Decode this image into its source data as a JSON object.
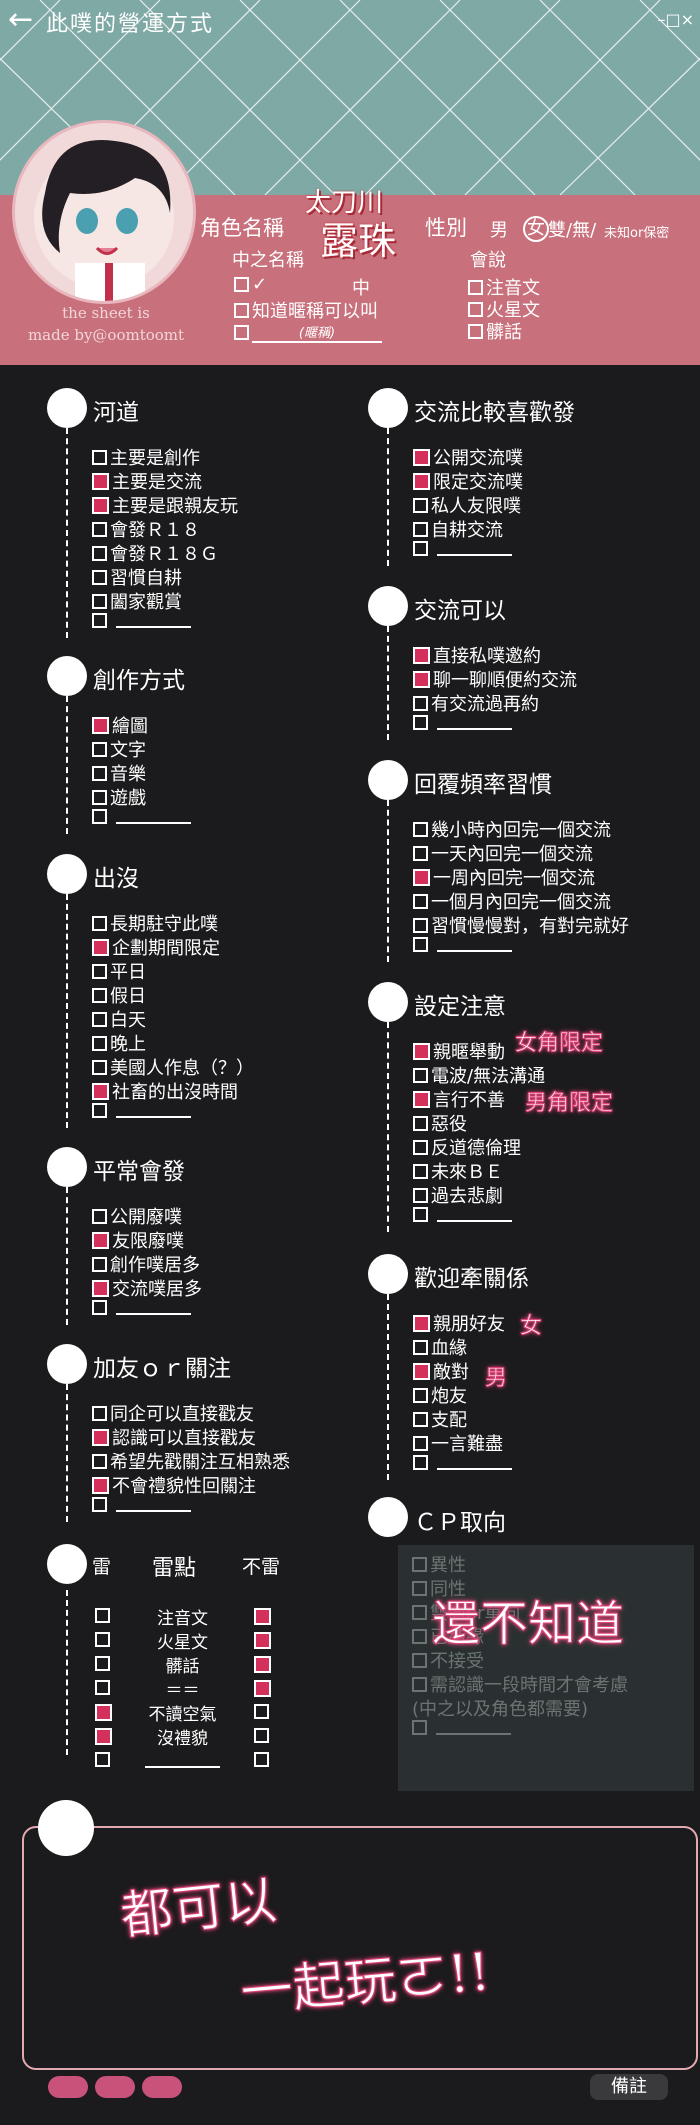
{
  "window": {
    "title": "此噗的營運方式",
    "back_icon": "←",
    "controls": "–□×"
  },
  "credit": {
    "line1": "the sheet is",
    "line2": "made by@oomtoomt"
  },
  "profile": {
    "name_label": "角色名稱",
    "name_value_top": "太刀川",
    "name_value": "露珠",
    "gender_label": "性別",
    "gender_male": "男",
    "gender_female": "女",
    "gender_rest": "雙/無/",
    "gender_small": "未知or保密",
    "nakanohito_label": "中之名稱",
    "nakanohito_mid": "中",
    "nick_known": "知道暱稱可以叫",
    "nick_hint": "(暱稱)",
    "speaks_label": "會說",
    "speaks": [
      "注音文",
      "火星文",
      "髒話"
    ]
  },
  "left_sections": [
    {
      "title": "河道",
      "items": [
        {
          "text": "主要是創作",
          "checked": false
        },
        {
          "text": "主要是交流",
          "checked": true
        },
        {
          "text": "主要是跟親友玩",
          "checked": true
        },
        {
          "text": "會發Ｒ１８",
          "checked": false
        },
        {
          "text": "會發Ｒ１８Ｇ",
          "checked": false
        },
        {
          "text": "習慣自耕",
          "checked": false
        },
        {
          "text": "闔家觀賞",
          "checked": false
        },
        {
          "text": "",
          "checked": false
        }
      ]
    },
    {
      "title": "創作方式",
      "items": [
        {
          "text": "繪圖",
          "checked": true
        },
        {
          "text": "文字",
          "checked": false
        },
        {
          "text": "音樂",
          "checked": false
        },
        {
          "text": "遊戲",
          "checked": false
        },
        {
          "text": "",
          "checked": false
        }
      ]
    },
    {
      "title": "出沒",
      "items": [
        {
          "text": "長期駐守此噗",
          "checked": false
        },
        {
          "text": "企劃期間限定",
          "checked": true
        },
        {
          "text": "平日",
          "checked": false
        },
        {
          "text": "假日",
          "checked": false
        },
        {
          "text": "白天",
          "checked": false
        },
        {
          "text": "晚上",
          "checked": false
        },
        {
          "text": "美國人作息（？）",
          "checked": false
        },
        {
          "text": "社畜的出沒時間",
          "checked": true
        },
        {
          "text": "",
          "checked": false
        }
      ]
    },
    {
      "title": "平常會發",
      "items": [
        {
          "text": "公開廢噗",
          "checked": false
        },
        {
          "text": "友限廢噗",
          "checked": true
        },
        {
          "text": "創作噗居多",
          "checked": false
        },
        {
          "text": "交流噗居多",
          "checked": true
        },
        {
          "text": "",
          "checked": false
        }
      ]
    },
    {
      "title": "加友ｏｒ關注",
      "items": [
        {
          "text": "同企可以直接戳友",
          "checked": false
        },
        {
          "text": "認識可以直接戳友",
          "checked": true
        },
        {
          "text": "希望先戳關注互相熟悉",
          "checked": false
        },
        {
          "text": "不會禮貌性回關注",
          "checked": true
        },
        {
          "text": "",
          "checked": false
        }
      ]
    }
  ],
  "right_sections": [
    {
      "title": "交流比較喜歡發",
      "items": [
        {
          "text": "公開交流噗",
          "checked": true
        },
        {
          "text": "限定交流噗",
          "checked": true
        },
        {
          "text": "私人友限噗",
          "checked": false
        },
        {
          "text": "自耕交流",
          "checked": false
        },
        {
          "text": "",
          "checked": false
        }
      ]
    },
    {
      "title": "交流可以",
      "items": [
        {
          "text": "直接私噗邀約",
          "checked": true
        },
        {
          "text": "聊一聊順便約交流",
          "checked": true
        },
        {
          "text": "有交流過再約",
          "checked": false
        },
        {
          "text": "",
          "checked": false
        }
      ]
    },
    {
      "title": "回覆頻率習慣",
      "items": [
        {
          "text": "幾小時內回完一個交流",
          "checked": false
        },
        {
          "text": "一天內回完一個交流",
          "checked": false
        },
        {
          "text": "一周內回完一個交流",
          "checked": true
        },
        {
          "text": "一個月內回完一個交流",
          "checked": false
        },
        {
          "text": "習慣慢慢對，有對完就好",
          "checked": false
        },
        {
          "text": "",
          "checked": false
        }
      ]
    },
    {
      "title": "設定注意",
      "items": [
        {
          "text": "親暱舉動",
          "checked": true
        },
        {
          "text": "電波/無法溝通",
          "checked": false
        },
        {
          "text": "言行不善",
          "checked": true
        },
        {
          "text": "惡役",
          "checked": false
        },
        {
          "text": "反道德倫理",
          "checked": false
        },
        {
          "text": "未來ＢＥ",
          "checked": false
        },
        {
          "text": "過去悲劇",
          "checked": false
        },
        {
          "text": "",
          "checked": false
        }
      ]
    },
    {
      "title": "歡迎牽關係",
      "items": [
        {
          "text": "親朋好友",
          "checked": true
        },
        {
          "text": "血緣",
          "checked": false
        },
        {
          "text": "敵對",
          "checked": true
        },
        {
          "text": "炮友",
          "checked": false
        },
        {
          "text": "支配",
          "checked": false
        },
        {
          "text": "一言難盡",
          "checked": false
        },
        {
          "text": "",
          "checked": false
        }
      ]
    }
  ],
  "annotations": {
    "female_only": "女角限定",
    "male_only": "男角限定",
    "female": "女",
    "male": "男",
    "cp_note": "還不知道",
    "notes_text_1": "都可以",
    "notes_text_2": "一起玩ㄛ!!"
  },
  "mine": {
    "title": "雷",
    "col_mid": "雷點",
    "col_right": "不雷",
    "rows": [
      {
        "label": "注音文",
        "left": false,
        "right": true
      },
      {
        "label": "火星文",
        "left": false,
        "right": true
      },
      {
        "label": "髒話",
        "left": false,
        "right": true
      },
      {
        "label": "＝＝",
        "left": false,
        "right": true
      },
      {
        "label": "不讀空氣",
        "left": true,
        "right": false
      },
      {
        "label": "沒禮貌",
        "left": true,
        "right": false
      },
      {
        "label": "",
        "left": false,
        "right": false
      }
    ]
  },
  "cp": {
    "title": "ＣＰ取向",
    "items": [
      "異性",
      "同性",
      "雙向or單向",
      "已結緣",
      "不接受",
      "需認識一段時間才會考慮",
      "(中之以及角色都需要)",
      ""
    ]
  },
  "footer": {
    "note_button": "備註"
  }
}
